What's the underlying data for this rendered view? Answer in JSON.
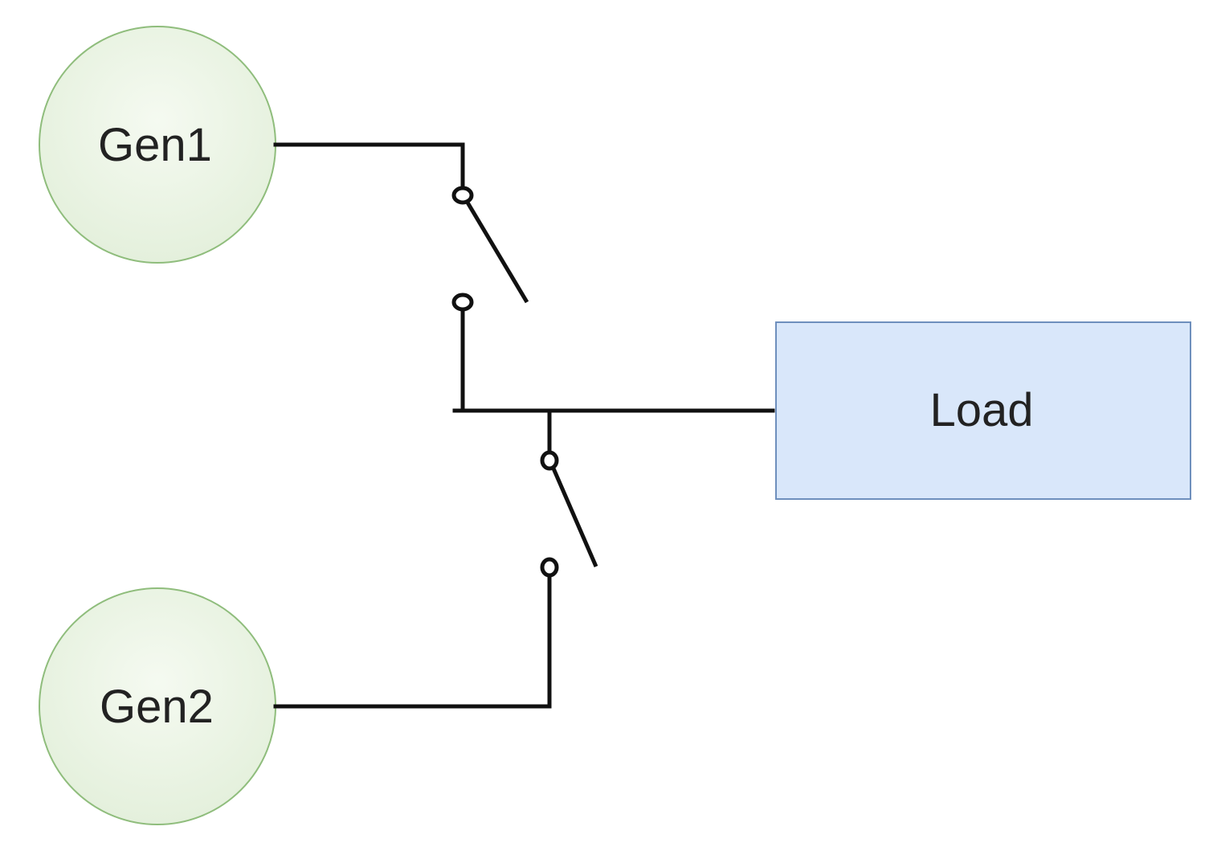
{
  "nodes": {
    "gen1": {
      "label": "Gen1"
    },
    "gen2": {
      "label": "Gen2"
    },
    "load": {
      "label": "Load"
    }
  },
  "switches": [
    {
      "id": "switch-gen1",
      "state": "open"
    },
    {
      "id": "switch-gen2",
      "state": "open"
    }
  ],
  "colors": {
    "generator_fill": "#eaf4e3",
    "generator_stroke": "#8fbd7c",
    "load_fill": "#d9e7fa",
    "load_stroke": "#6e8fbd",
    "wire": "#111111",
    "label": "#222222"
  }
}
